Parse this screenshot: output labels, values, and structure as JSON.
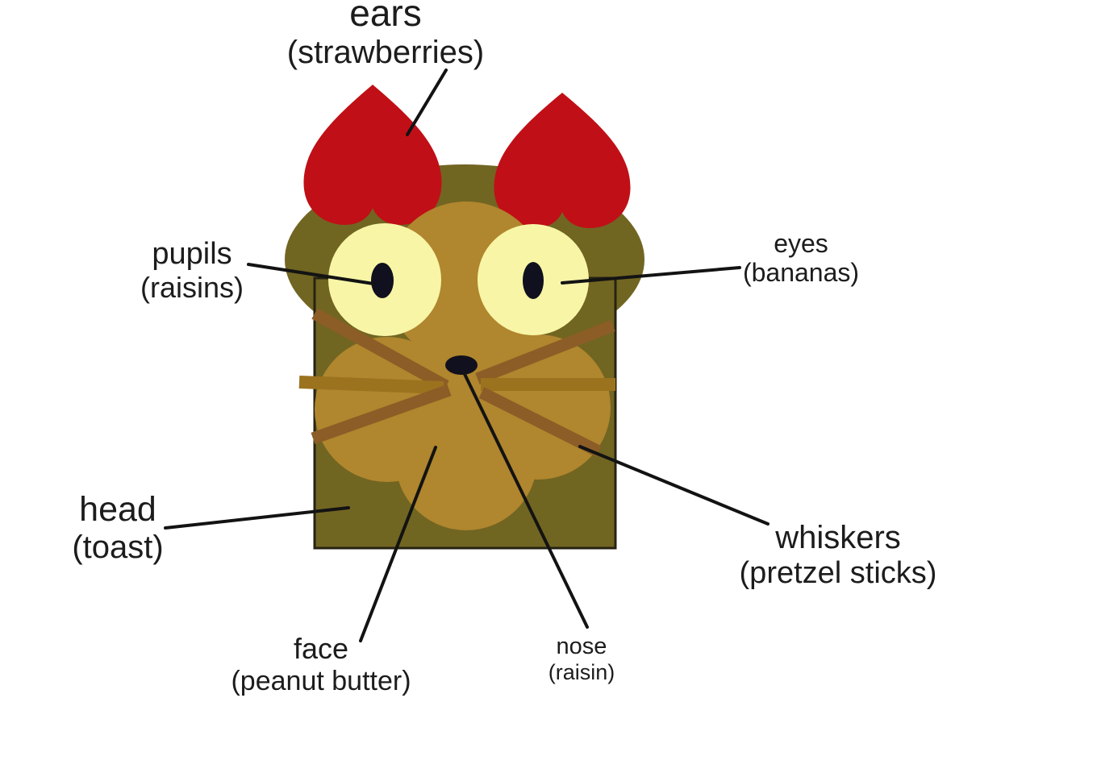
{
  "title": "cat food-art diagram",
  "colors": {
    "background": "#ffffff",
    "toast": "#716522",
    "peanut_butter": "#b0862e",
    "banana": "#f8f5a6",
    "raisin": "#10101e",
    "strawberry": "#c00f16",
    "pretzel_diagonal": "#8c5d26",
    "pretzel_horizontal": "#9b721e",
    "leader_line": "#131313",
    "text": "#1c1c1c"
  },
  "labels": [
    {
      "id": "ears",
      "line1": "ears",
      "line2": "(strawberries)"
    },
    {
      "id": "pupils",
      "line1": "pupils",
      "line2": "(raisins)"
    },
    {
      "id": "eyes",
      "line1": "eyes",
      "line2": "(bananas)"
    },
    {
      "id": "head",
      "line1": "head",
      "line2": "(toast)"
    },
    {
      "id": "face",
      "line1": "face",
      "line2": "(peanut butter)"
    },
    {
      "id": "nose",
      "line1": "nose",
      "line2": "(raisin)"
    },
    {
      "id": "whiskers",
      "line1": "whiskers",
      "line2": "(pretzel sticks)"
    }
  ]
}
